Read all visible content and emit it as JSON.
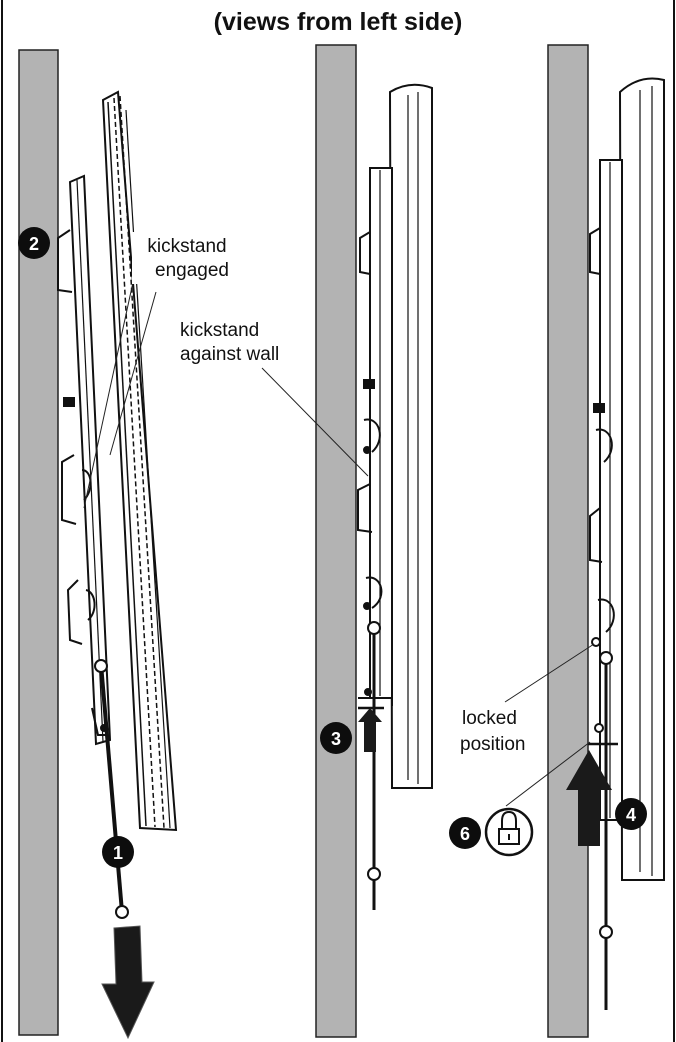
{
  "title": "(views from left side)",
  "labels": {
    "kickstand_engaged_1": "kickstand",
    "kickstand_engaged_2": "engaged",
    "kickstand_wall_1": "kickstand",
    "kickstand_wall_2": "against wall",
    "locked_1": "locked",
    "locked_2": "position"
  },
  "steps": {
    "step1": "1",
    "step2": "2",
    "step3": "3",
    "step4": "4",
    "step6": "6"
  },
  "icons": {
    "lock": "padlock-icon"
  },
  "colors": {
    "wall": "#b3b3b3",
    "ink": "#111111",
    "badge": "#0d0d0d"
  }
}
